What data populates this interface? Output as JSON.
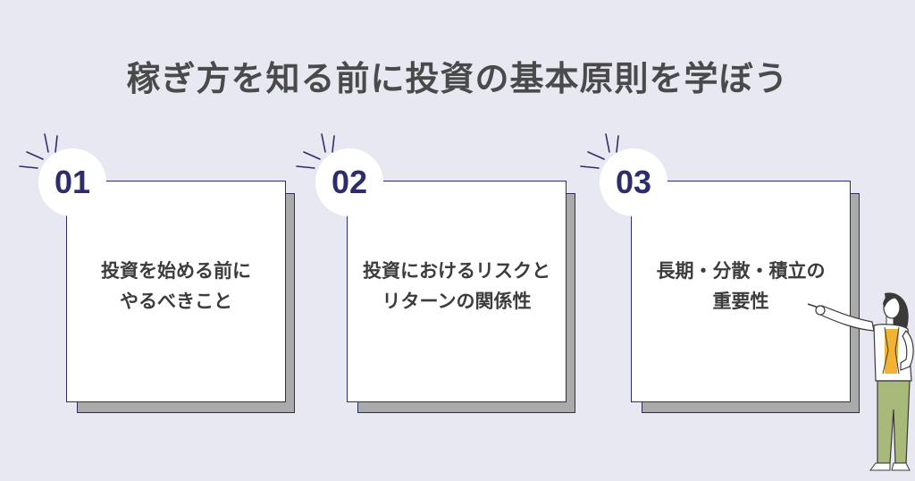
{
  "title": "稼ぎ方を知る前に投資の基本原則を学ぼう",
  "cards": [
    {
      "number": "01",
      "line1": "投資を始める前に",
      "line2": "やるべきこと"
    },
    {
      "number": "02",
      "line1": "投資におけるリスクと",
      "line2": "リターンの関係性"
    },
    {
      "number": "03",
      "line1": "長期・分散・積立の",
      "line2": "重要性"
    }
  ],
  "colors": {
    "background": "#e8e8f2",
    "accent": "#2e2d6b",
    "shadow": "#aaaaaa",
    "text": "#3c3c3c"
  }
}
